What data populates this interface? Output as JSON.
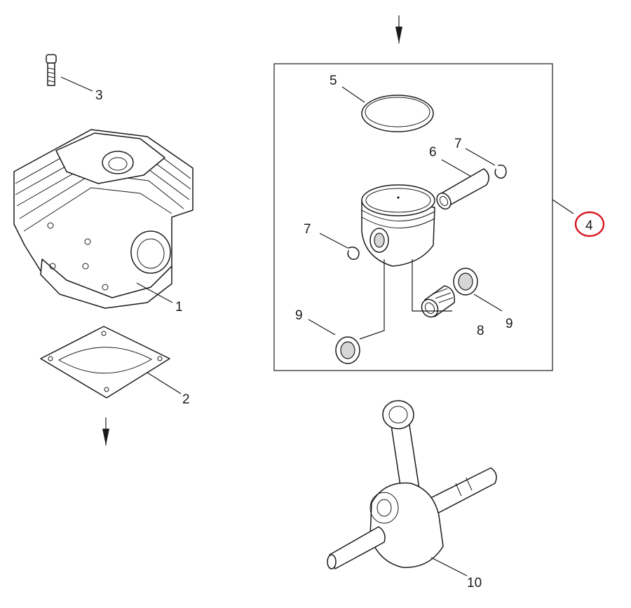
{
  "callouts": [
    {
      "id": "1",
      "label": "1"
    },
    {
      "id": "2",
      "label": "2"
    },
    {
      "id": "3",
      "label": "3"
    },
    {
      "id": "4",
      "label": "4"
    },
    {
      "id": "5",
      "label": "5"
    },
    {
      "id": "6",
      "label": "6"
    },
    {
      "id": "7a",
      "label": "7"
    },
    {
      "id": "7b",
      "label": "7"
    },
    {
      "id": "8",
      "label": "8"
    },
    {
      "id": "9a",
      "label": "9"
    },
    {
      "id": "9b",
      "label": "9"
    },
    {
      "id": "10",
      "label": "10"
    }
  ],
  "highlighted_callout": "4",
  "colors": {
    "line": "#1a1a1a",
    "highlight": "#d8141c",
    "background": "#ffffff"
  }
}
